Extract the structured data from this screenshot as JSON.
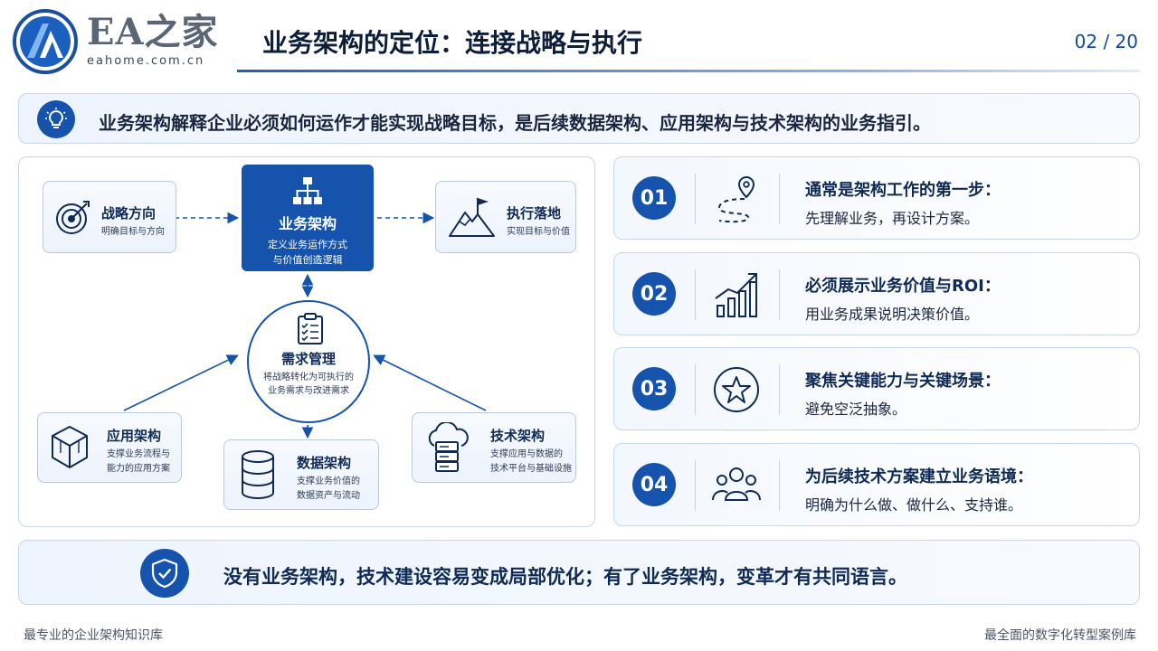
{
  "header": {
    "brand_name": "EA之家",
    "brand_url": "eahome.com.cn",
    "title": "业务架构的定位：连接战略与执行",
    "page": "02 / 20"
  },
  "summary": {
    "text": "业务架构解释企业必须如何运作才能实现战略目标，是后续数据架构、应用架构与技术架构的业务指引。",
    "icon": "lightbulb-icon"
  },
  "diagram": {
    "strategy": {
      "title": "战略方向",
      "sub": "明确目标与方向",
      "icon": "target-icon"
    },
    "core": {
      "title": "业务架构",
      "sub1": "定义业务运作方式",
      "sub2": "与价值创造逻辑",
      "icon": "org-chart-icon"
    },
    "execution": {
      "title": "执行落地",
      "sub": "实现目标与价值",
      "icon": "mountain-flag-icon"
    },
    "requirements": {
      "title": "需求管理",
      "sub1": "将战略转化为可执行的",
      "sub2": "业务需求与改进需求",
      "icon": "checklist-icon"
    },
    "application": {
      "title": "应用架构",
      "sub1": "支撑业务流程与",
      "sub2": "能力的应用方案",
      "icon": "cube-icon"
    },
    "data": {
      "title": "数据架构",
      "sub1": "支撑业务价值的",
      "sub2": "数据资产与流动",
      "icon": "database-icon"
    },
    "technology": {
      "title": "技术架构",
      "sub1": "支撑应用与数据的",
      "sub2": "技术平台与基础设施",
      "icon": "cloud-server-icon"
    }
  },
  "items": [
    {
      "num": "01",
      "heading": "通常是架构工作的第一步：",
      "desc": "先理解业务，再设计方案。",
      "icon": "route-pin-icon"
    },
    {
      "num": "02",
      "heading": "必须展示业务价值与ROI：",
      "desc": "用业务成果说明决策价值。",
      "icon": "growth-chart-icon"
    },
    {
      "num": "03",
      "heading": "聚焦关键能力与关键场景：",
      "desc": "避免空泛抽象。",
      "icon": "star-icon"
    },
    {
      "num": "04",
      "heading": "为后续技术方案建立业务语境：",
      "desc": "明确为什么做、做什么、支持谁。",
      "icon": "people-icon"
    }
  ],
  "bottom": {
    "text": "没有业务架构，技术建设容易变成局部优化；有了业务架构，变革才有共同语言。",
    "icon": "shield-check-icon"
  },
  "footer": {
    "left": "最专业的企业架构知识库",
    "right": "最全面的数字化转型案例库"
  },
  "colors": {
    "primary": "#1553ad",
    "text": "#0e2a55",
    "border": "#c6d6ee"
  }
}
